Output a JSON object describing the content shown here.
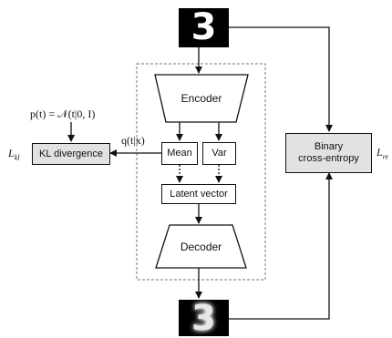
{
  "nodes": {
    "encoder": "Encoder",
    "decoder": "Decoder",
    "mean": "Mean",
    "var": "Var",
    "latent": "Latent vector",
    "kl": "KL divergence",
    "bce_line1": "Binary",
    "bce_line2": "cross-entropy"
  },
  "math": {
    "prior": "p(t) = 𝒩(t|0, I)",
    "posterior": "q(t|x)",
    "l_kl": "L",
    "l_kl_sub": "kl",
    "l_re": "L",
    "l_re_sub": "re"
  },
  "images": {
    "input_digit": "3",
    "output_digit": "3"
  }
}
